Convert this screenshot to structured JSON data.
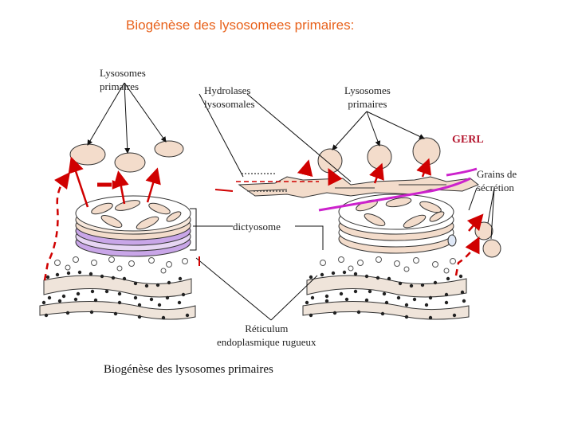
{
  "title": "Biogénèse des lysosomees primaires:",
  "labels": {
    "lysosomes_left_l1": "Lysosomes",
    "lysosomes_left_l2": "primaires",
    "hydrolases_l1": "Hydrolases",
    "hydrolases_l2": "lysosomales",
    "lysosomes_right_l1": "Lysosomes",
    "lysosomes_right_l2": "primaires",
    "gerl": "GERL",
    "grains_l1": "Grains de",
    "grains_l2": "sécrétion",
    "dictyosome": "dictyosome",
    "reticulum_l1": "Réticulum",
    "reticulum_l2": "endoplasmique rugueux"
  },
  "caption": "Biogénèse des lysosomes primaires",
  "colors": {
    "title": "#e8621c",
    "arrow_red": "#d00000",
    "gerl_label": "#b5172f",
    "gerl_line": "#cc22cc",
    "vesicle_fill": "#f3dccb",
    "er_fill": "#efe4da"
  }
}
